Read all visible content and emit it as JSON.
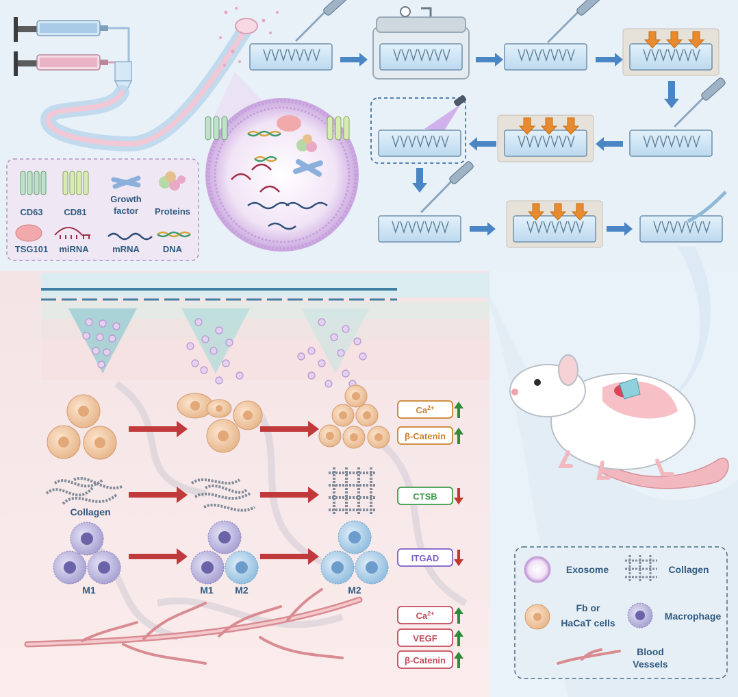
{
  "legend_top": {
    "cd63": "CD63",
    "cd81": "CD81",
    "growth_factor_line1": "Growth",
    "growth_factor_line2": "factor",
    "proteins": "Proteins",
    "tsg101": "TSG101",
    "mirna": "miRNA",
    "mrna": "mRNA",
    "dna": "DNA"
  },
  "cell_rows": {
    "collagen_label": "Collagen",
    "m1_left": "M1",
    "m1_mid": "M1",
    "m2_mid": "M2",
    "m2_right": "M2"
  },
  "markers": [
    {
      "text": "Ca",
      "sup": "2+",
      "direction": "up",
      "color": "#c9822b"
    },
    {
      "text": "β-Catenin",
      "sup": "",
      "direction": "up",
      "color": "#c9822b"
    },
    {
      "text": "CTSB",
      "sup": "",
      "direction": "down",
      "color": "#3d9a4a"
    },
    {
      "text": "ITGAD",
      "sup": "",
      "direction": "down",
      "color": "#7b5fc4"
    },
    {
      "text": "Ca",
      "sup": "2+",
      "direction": "up",
      "color": "#c24a5a"
    },
    {
      "text": "VEGF",
      "sup": "",
      "direction": "up",
      "color": "#c24a5a"
    },
    {
      "text": "β-Catenin",
      "sup": "",
      "direction": "up",
      "color": "#c24a5a"
    }
  ],
  "legend_bottom": {
    "exosome": "Exosome",
    "collagen": "Collagen",
    "fb_line1": "Fb or",
    "fb_line2": "HaCaT cells",
    "macrophage": "Macrophage",
    "blood_line1": "Blood",
    "blood_line2": "Vessels"
  },
  "colors": {
    "arrow_up": "#2e8b3a",
    "arrow_down": "#c0392b",
    "flow_arrow": "#4a86c5",
    "red_arrow": "#c0393b"
  }
}
